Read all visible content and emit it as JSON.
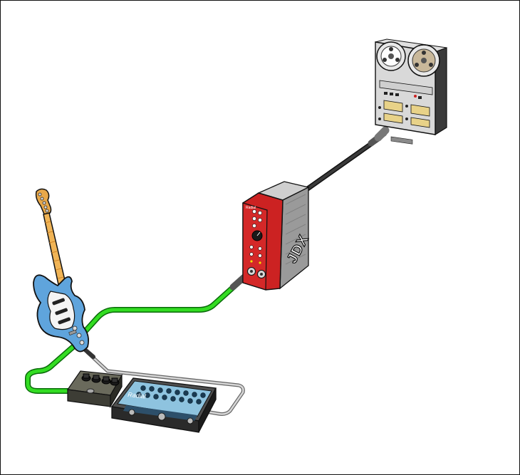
{
  "diagram": {
    "device_label": "JDX",
    "pedal_brand": "Radial",
    "colors": {
      "cable_green": "#33dd22",
      "cable_black": "#2b2b2b",
      "cable_gray": "#999999",
      "rack_red": "#cc2222",
      "guitar_blue": "#5fa4dc"
    },
    "components": [
      "electric-guitar",
      "drive-pedal",
      "effects-pedal",
      "jdx-module",
      "reel-to-reel-recorder"
    ]
  }
}
